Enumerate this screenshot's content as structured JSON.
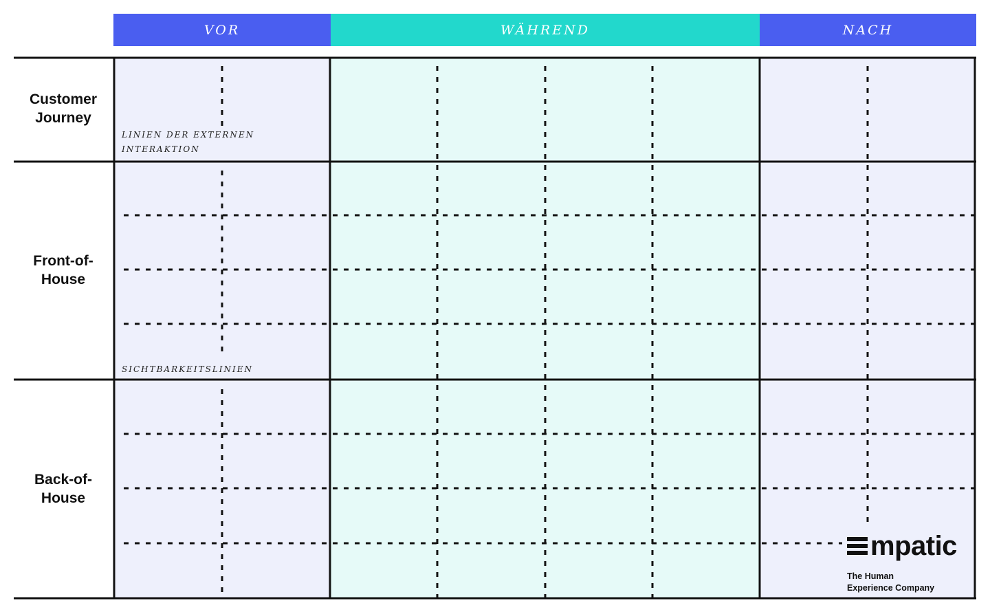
{
  "colors": {
    "phase_primary": "#4a5ef0",
    "phase_secondary": "#22d8cc",
    "panel_primary": "#eef0fc",
    "panel_secondary": "#e6faf8",
    "line": "#111111"
  },
  "phases": {
    "vor": "VOR",
    "waehrend": "WÄHREND",
    "nach": "NACH"
  },
  "rows": {
    "customer_journey": "Customer Journey",
    "front_of_house": "Front-of-House",
    "back_of_house": "Back-of-House"
  },
  "captions": {
    "external_interaction": "LINIEN DER EXTERNEN INTERAKTION",
    "visibility": "SICHTBARKEITSLINIEN"
  },
  "logo": {
    "icon": "empatic-e-bars-icon",
    "wordmark_rest": "mpatic",
    "tagline_line1": "The Human",
    "tagline_line2": "Experience Company"
  }
}
